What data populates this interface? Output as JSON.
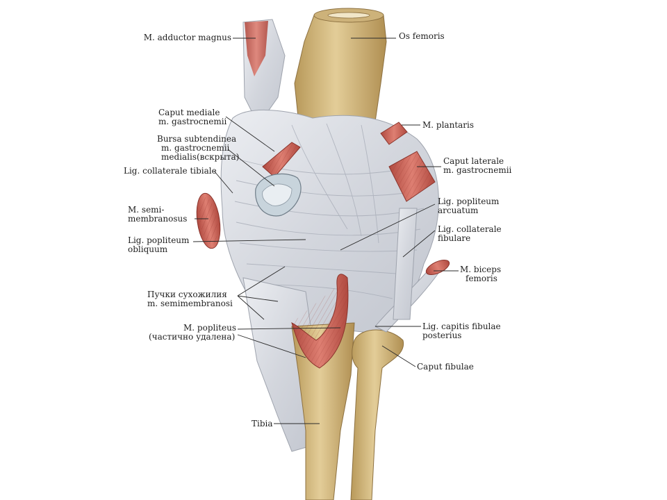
{
  "labels": {
    "adductor": "M. adductor magnus",
    "os_femoris": "Os femoris",
    "caput_mediale_1": "Caput mediale",
    "caput_mediale_2": "m. gastrocnemii",
    "bursa_1": "Bursa subtendinea",
    "bursa_2": "m. gastrocnemii",
    "bursa_3": "medialis(вскрыта)",
    "lig_coll_tib": "Lig. collaterale tibiale",
    "plantaris": "M. plantaris",
    "caput_laterale_1": "Caput laterale",
    "caput_laterale_2": "m. gastrocnemii",
    "semimem_1": "M. semi-",
    "semimem_2": "membranosus",
    "lig_obliq_1": "Lig. popliteum",
    "lig_obliq_2": "obliquum",
    "lig_arc_1": "Lig. popliteum",
    "lig_arc_2": "arcuatum",
    "lig_coll_fib_1": "Lig. collaterale",
    "lig_coll_fib_2": "fibulare",
    "biceps_1": "M. biceps",
    "biceps_2": "femoris",
    "puchki_1": "Пучки сухожилия",
    "puchki_2": "m. semimembranosi",
    "popliteus_1": "M. popliteus",
    "popliteus_2": "(частично удалена)",
    "lig_capitis_1": "Lig. capitis fibulae",
    "lig_capitis_2": "posterius",
    "caput_fibulae": "Caput fibulae",
    "tibia": "Tibia"
  },
  "colors": {
    "bone": "#d9c08a",
    "bone_shade": "#b89a5c",
    "ligament": "#dcdde2",
    "ligament_shade": "#a9adb8",
    "muscle": "#d06a5e",
    "muscle_dark": "#a8443c",
    "bursa": "#c8d4dc"
  }
}
